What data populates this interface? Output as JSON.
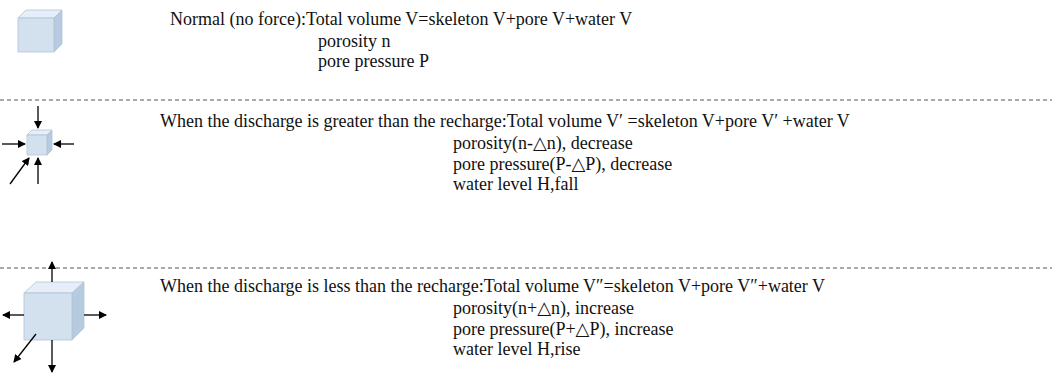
{
  "diagram": {
    "labels": [
      "Normal (no force):Total volume V=skeleton V+pore V+water V",
      "porosity n",
      "pore pressure P",
      "When the discharge is greater than the recharge:Total volume V′ =skeleton V+pore V′ +water V",
      "porosity(n-△n), decrease",
      "pore pressure(P-△P), decrease",
      "water level H,fall",
      "When the discharge is less than the recharge:Total volume V″=skeleton V+pore V″+water V",
      "porosity(n+△n), increase",
      "pore pressure(P+△P), increase",
      "water level H,rise"
    ]
  }
}
